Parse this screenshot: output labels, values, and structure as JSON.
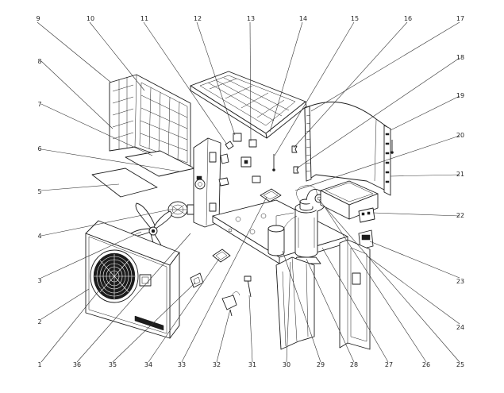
{
  "diagram": {
    "callouts": [
      {
        "num": "1"
      },
      {
        "num": "2"
      },
      {
        "num": "3"
      },
      {
        "num": "4"
      },
      {
        "num": "5"
      },
      {
        "num": "6"
      },
      {
        "num": "7"
      },
      {
        "num": "8"
      },
      {
        "num": "9"
      },
      {
        "num": "10"
      },
      {
        "num": "11"
      },
      {
        "num": "12"
      },
      {
        "num": "13"
      },
      {
        "num": "14"
      },
      {
        "num": "15"
      },
      {
        "num": "16"
      },
      {
        "num": "17"
      },
      {
        "num": "18"
      },
      {
        "num": "19"
      },
      {
        "num": "20"
      },
      {
        "num": "21"
      },
      {
        "num": "22"
      },
      {
        "num": "23"
      },
      {
        "num": "24"
      },
      {
        "num": "25"
      },
      {
        "num": "26"
      },
      {
        "num": "27"
      },
      {
        "num": "28"
      },
      {
        "num": "29"
      },
      {
        "num": "30"
      },
      {
        "num": "31"
      },
      {
        "num": "32"
      },
      {
        "num": "33"
      },
      {
        "num": "34"
      },
      {
        "num": "35"
      },
      {
        "num": "36"
      }
    ]
  }
}
